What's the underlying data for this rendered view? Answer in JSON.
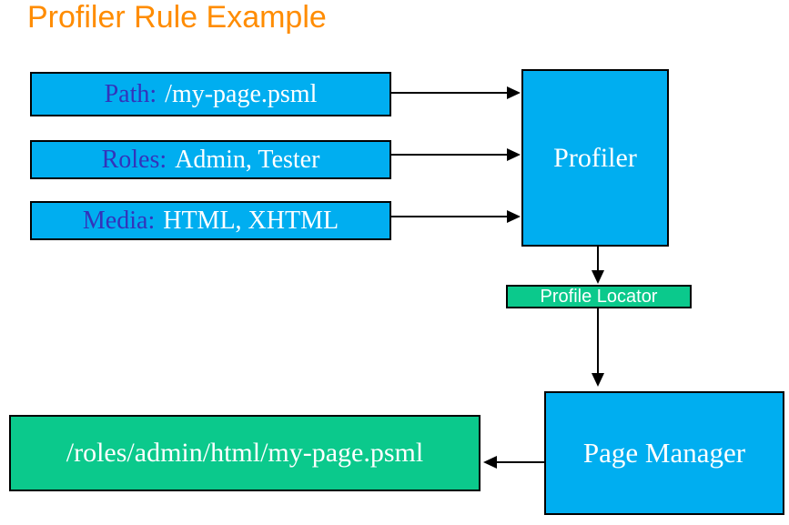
{
  "title": "Profiler Rule Example",
  "colors": {
    "box_cyan": "#00AEF0",
    "box_green": "#0BC98C",
    "title_orange": "#FF8C00",
    "label_blue": "#3333BB",
    "arrow_black": "#000000"
  },
  "rule_inputs": [
    {
      "label": "Path:",
      "value": "/my-page.psml"
    },
    {
      "label": "Roles:",
      "value": "Admin, Tester"
    },
    {
      "label": "Media:",
      "value": "HTML, XHTML"
    }
  ],
  "nodes": {
    "profiler": "Profiler",
    "profile_locator": "Profile Locator",
    "page_manager": "Page Manager",
    "result_path": "/roles/admin/html/my-page.psml"
  }
}
